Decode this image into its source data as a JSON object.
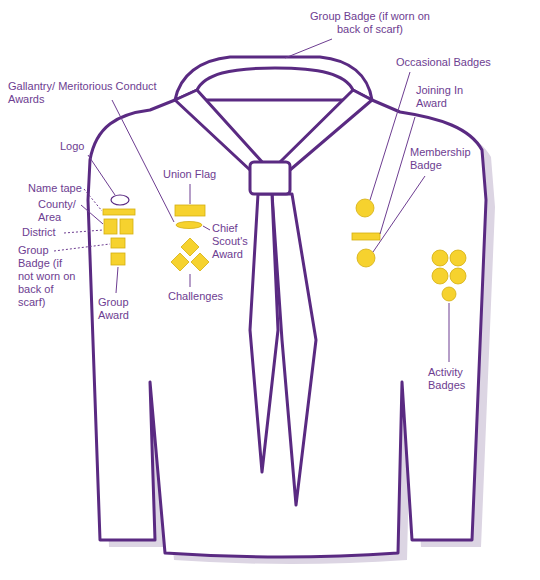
{
  "diagram": {
    "labels": [
      "Group Badge (if worn on back of scarf)",
      "Occasional Badges",
      "Gallantry/ Meritorious Conduct Awards",
      "Joining In Award",
      "Logo",
      "Membership Badge",
      "Union Flag",
      "Name tape",
      "County/ Area",
      "District",
      "Chief Scout's Award",
      "Group Badge (if not worn on back of scarf)",
      "Challenges",
      "Group Award",
      "Activity Badges"
    ]
  }
}
